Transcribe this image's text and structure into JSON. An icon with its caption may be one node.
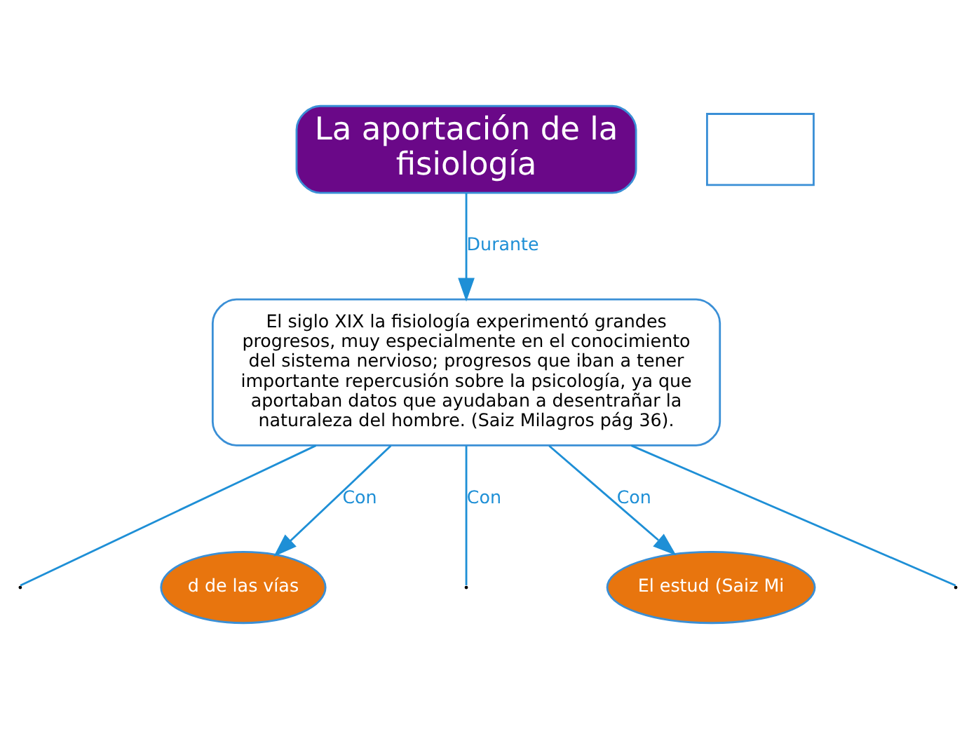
{
  "diagram": {
    "nodes": [
      {
        "text": [
          "La aportación de la fisiología"
        ]
      },
      {
        "text": [
          "El siglo XIX la fisiología experimentó grandes progresos, muy especialmente en el conocimiento del sistema nervioso; progresos que iban a tener importante repercusión sobre la psicología, ya que aportaban datos que ayudaban a desentrañar la naturaleza del hombre. (Saiz Milagros pág 36)."
        ]
      },
      {
        "text": [
          "d de las vías"
        ]
      },
      {
        "text": [
          "El estud (Saiz Mi"
        ]
      },
      {
        "text": [],
        "shape": "box"
      }
    ],
    "edges": [
      {
        "from": 0,
        "to": 1,
        "arrow": "to",
        "label": "Durante"
      },
      {
        "from": 1,
        "to": null,
        "arrow": "none"
      },
      {
        "from": 1,
        "to": null,
        "arrow": "none"
      },
      {
        "from": 1,
        "to": 2,
        "arrow": "to",
        "label": "Con"
      },
      {
        "from": 1,
        "to": 3,
        "arrow": "to",
        "label": "Con"
      },
      {
        "from": 1,
        "to": null,
        "arrow": "none",
        "label": "Con"
      }
    ]
  }
}
